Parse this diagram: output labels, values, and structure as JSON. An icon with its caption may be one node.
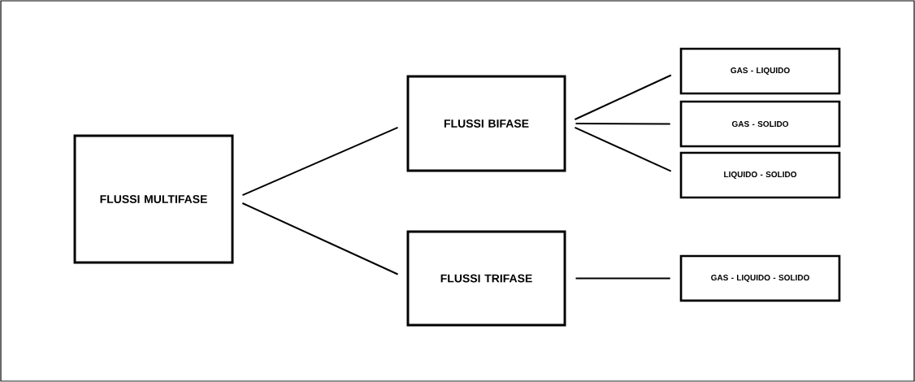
{
  "diagram": {
    "nodes": [
      {
        "text": [
          "FLUSSI MULTIFASE"
        ]
      },
      {
        "text": [
          "FLUSSI BIFASE"
        ]
      },
      {
        "text": [
          "FLUSSI TRIFASE"
        ]
      },
      {
        "text": [
          "GAS - LIQUIDO"
        ]
      },
      {
        "text": [
          "GAS - SOLIDO"
        ]
      },
      {
        "text": [
          "LIQUIDO - SOLIDO"
        ]
      },
      {
        "text": [
          "GAS - LIQUIDO - SOLIDO"
        ]
      }
    ],
    "edges": [
      {
        "from": 0,
        "to": 1,
        "arrow": "none"
      },
      {
        "from": 0,
        "to": 2,
        "arrow": "none"
      },
      {
        "from": 1,
        "to": 3,
        "arrow": "none"
      },
      {
        "from": 1,
        "to": 4,
        "arrow": "none"
      },
      {
        "from": 1,
        "to": 5,
        "arrow": "none"
      },
      {
        "from": 2,
        "to": 6,
        "arrow": "none"
      }
    ]
  }
}
